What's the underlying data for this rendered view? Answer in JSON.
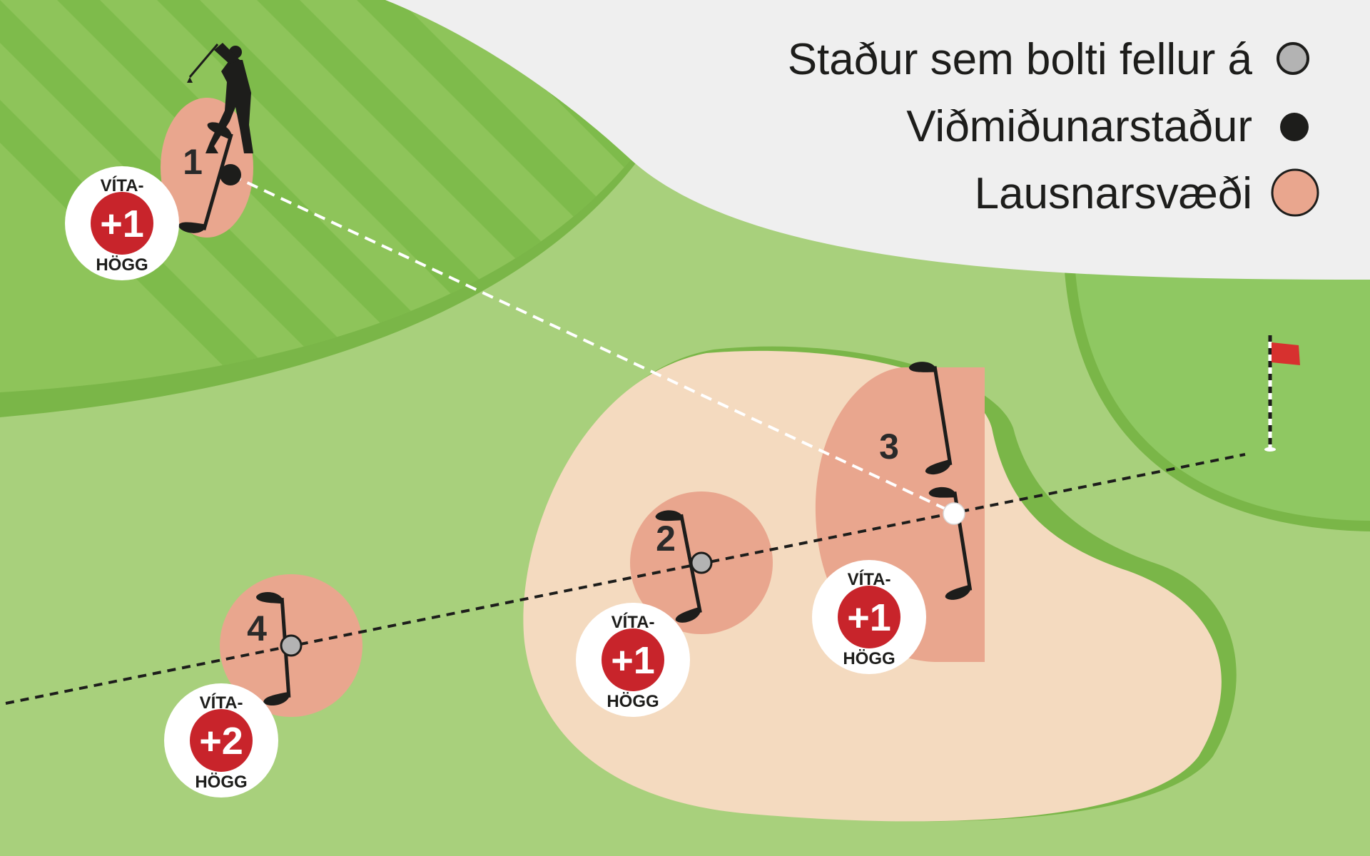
{
  "legend": {
    "drop_spot": "Staður sem bolti fellur á",
    "reference_point": "Viðmiðunarstaður",
    "relief_area": "Lausnarsvæði"
  },
  "areas": [
    {
      "number": "1",
      "penalty": {
        "top": "VÍTA-",
        "value": "+1",
        "bottom": "HÖGG"
      }
    },
    {
      "number": "2",
      "penalty": {
        "top": "VÍTA-",
        "value": "+1",
        "bottom": "HÖGG"
      }
    },
    {
      "number": "3",
      "penalty": {
        "top": "VÍTA-",
        "value": "+1",
        "bottom": "HÖGG"
      }
    },
    {
      "number": "4",
      "penalty": {
        "top": "VÍTA-",
        "value": "+2",
        "bottom": "HÖGG"
      }
    }
  ],
  "colors": {
    "rough": "#a8d07c",
    "fairway_light": "#8ec45a",
    "fairway_dark": "#7ab648",
    "green": "#8fc862",
    "bunker": "#f4dabf",
    "relief_area": "#e9a68e",
    "penalty_red": "#c8242b",
    "drop_spot": "#b3b3b3",
    "reference_point": "#1d1d1b",
    "flag": "#d7312f",
    "legend_bg": "#efefef"
  },
  "icons": [
    "golfer-icon",
    "flag-icon",
    "club-icon",
    "ball-icon"
  ]
}
